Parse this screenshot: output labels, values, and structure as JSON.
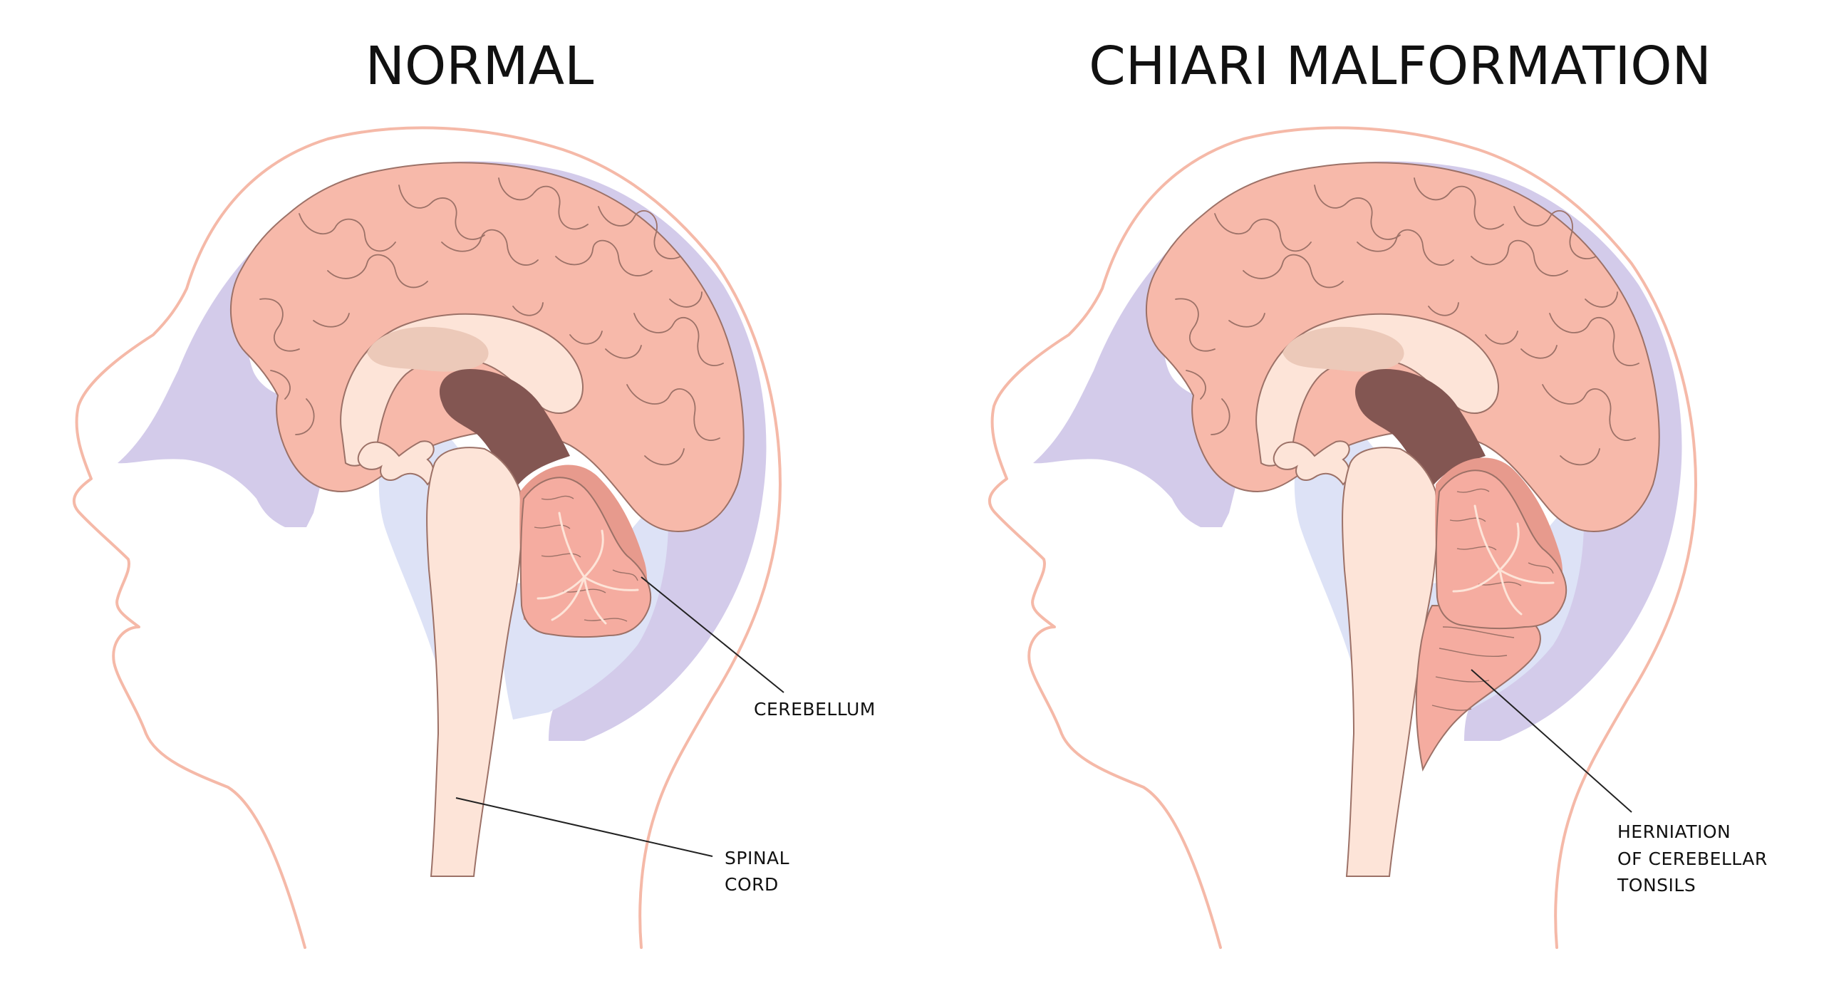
{
  "panels": [
    {
      "title": "NORMAL",
      "labels": {
        "cerebellum": "CEREBELLUM",
        "spinal_cord_line1": "SPINAL",
        "spinal_cord_line2": "CORD"
      }
    },
    {
      "title": "CHIARI MALFORMATION",
      "labels": {
        "herniation_line1": "HERNIATION",
        "herniation_line2": "OF CEREBELLAR",
        "herniation_line3": "TONSILS"
      }
    }
  ],
  "colors": {
    "skin_outline": "#f5b9a8",
    "csf_lilac": "#d3cbea",
    "csf_light": "#dde2f6",
    "brain": "#f7b9aa",
    "brain_stroke": "#9c7167",
    "corpus_callosum": "#fde4d8",
    "ventricle": "#835652",
    "cerebellum": "#f5aca0"
  }
}
